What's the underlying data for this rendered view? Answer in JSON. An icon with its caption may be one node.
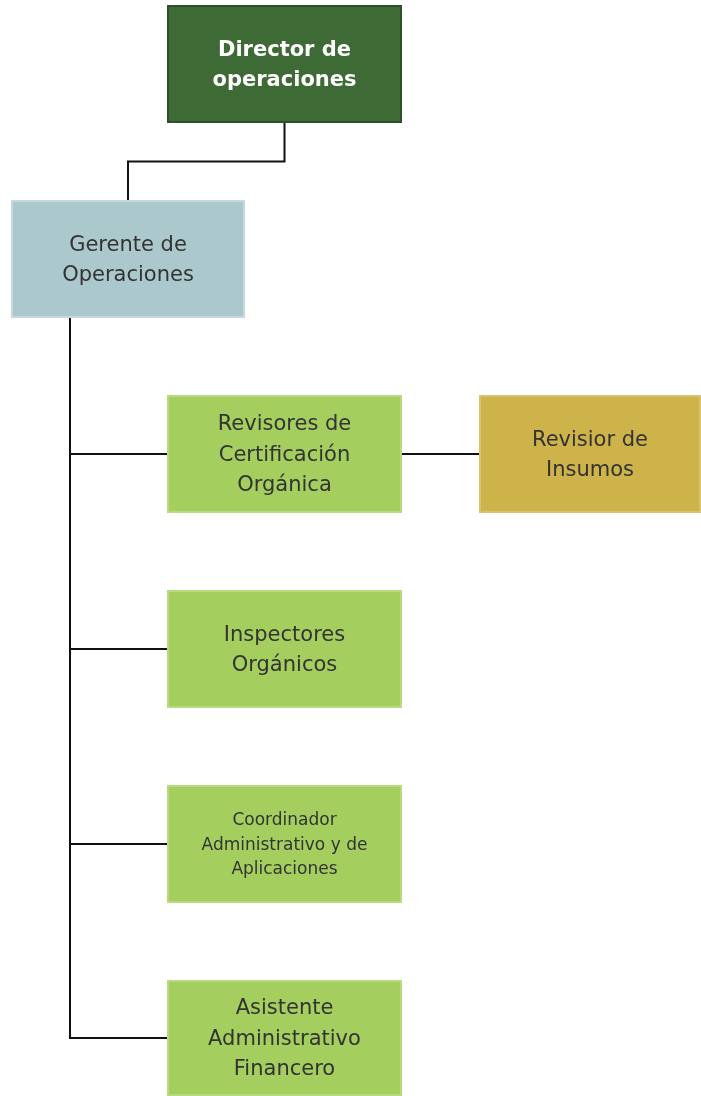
{
  "diagram": {
    "nodes": [
      {
        "text": [
          "Director de operaciones"
        ]
      },
      {
        "text": [
          "Gerente de Operaciones"
        ]
      },
      {
        "text": [
          "Revisores de Certificación Orgánica"
        ]
      },
      {
        "text": [
          "Revisior de Insumos"
        ]
      },
      {
        "text": [
          "Inspectores Orgánicos"
        ]
      },
      {
        "text": [
          "Coordinador Administrativo y de Aplicaciones"
        ]
      },
      {
        "text": [
          "Asistente Administrativo Financero"
        ]
      }
    ],
    "edges": [
      {
        "from": 0,
        "to": 1,
        "arrow": "none"
      },
      {
        "from": 1,
        "to": 2,
        "arrow": "none"
      },
      {
        "from": 2,
        "to": 3,
        "arrow": "none"
      },
      {
        "from": 1,
        "to": 4,
        "arrow": "none"
      },
      {
        "from": 1,
        "to": 5,
        "arrow": "none"
      },
      {
        "from": 1,
        "to": 6,
        "arrow": "none"
      }
    ]
  }
}
